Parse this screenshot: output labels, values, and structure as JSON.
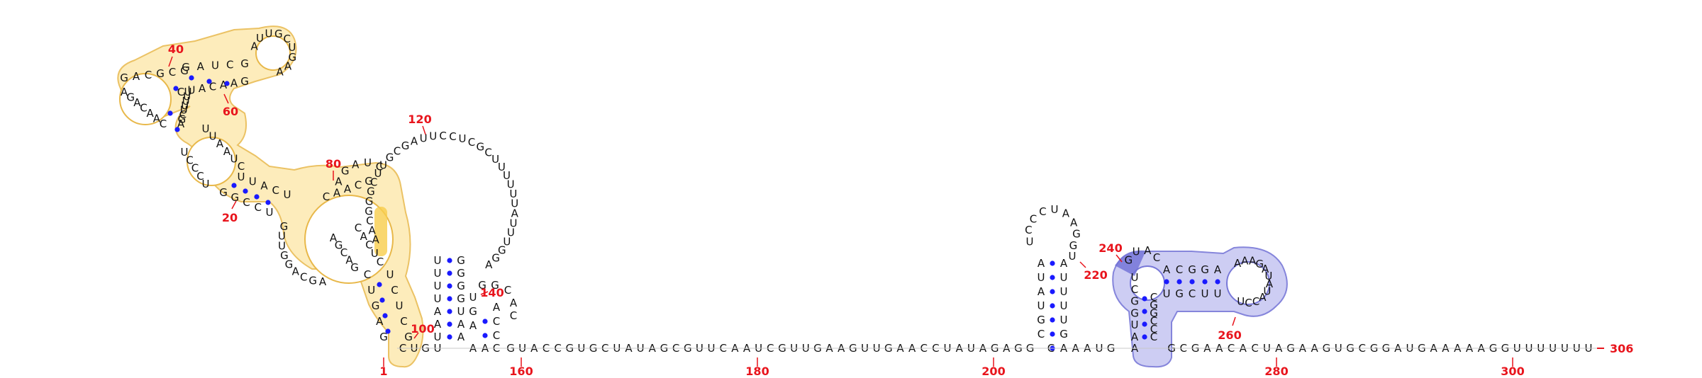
{
  "colors": {
    "nucleotide": "#111111",
    "pair_dot": "#1a1aff",
    "position_label": "#e8141c",
    "highlight_yellow_fill": "#fde9b0",
    "highlight_yellow_stroke": "#e8b84a",
    "highlight_yellow_dark": "#f7cd4b",
    "highlight_blue_fill": "#c8c8f2",
    "highlight_blue_stroke": "#7878d8",
    "highlight_blue_dark": "#6f6fd6"
  },
  "sequence_tail": "GUACCGUGCUAUAGCGUUCAAUCGUUGAAGUUGAACCUAUAGAGG",
  "sequence_mid": "AAAUG",
  "sequence_right": "GCGAACACUAGAAGUGCGGAUGAAAAAGGUUUUUUU",
  "position_labels": {
    "p1": "1",
    "p20": "20",
    "p40": "40",
    "p60": "60",
    "p80": "80",
    "p100": "100",
    "p120": "120",
    "p140": "140",
    "p160": "160",
    "p180": "180",
    "p200": "200",
    "p220": "220",
    "p240": "240",
    "p260": "260",
    "p280": "280",
    "p300": "300",
    "p306": "306"
  }
}
